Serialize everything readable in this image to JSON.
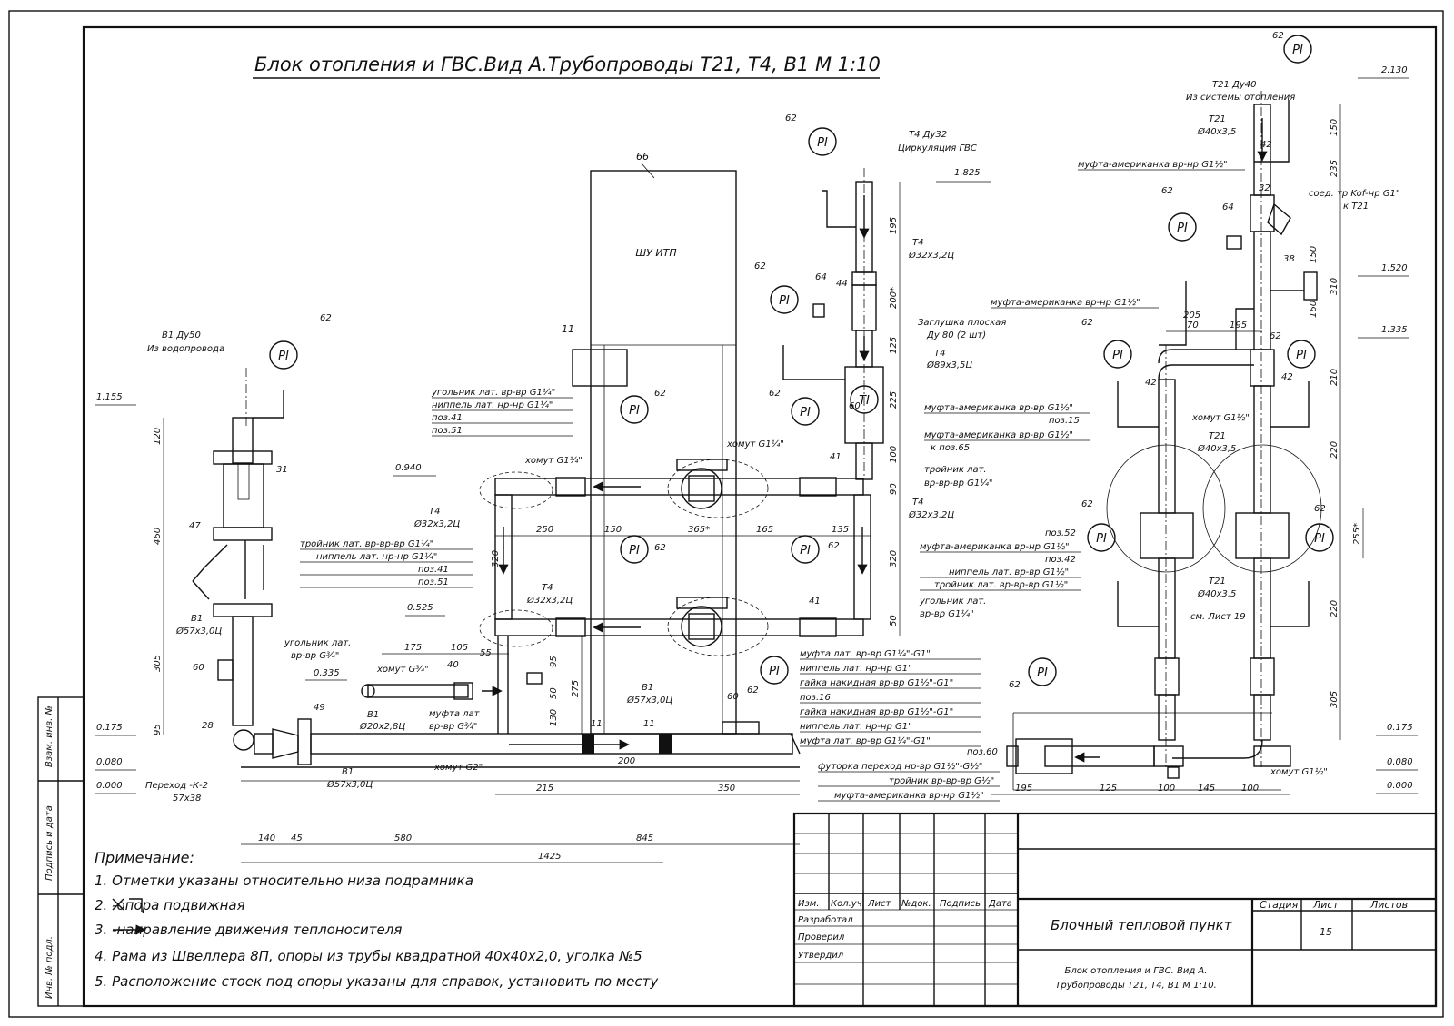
{
  "title": "Блок отопления и ГВС.Вид А.Трубопроводы Т21, Т4, В1 М 1:10",
  "cabinet": {
    "id": "66",
    "label": "ШУ ИТП"
  },
  "gauge": "PI",
  "thermo": "TI",
  "elevations": [
    "2.130",
    "1.825",
    "1.520",
    "1.335",
    "1.155",
    "0.940",
    "0.525",
    "0.335",
    "0.175",
    "0.080",
    "0.000",
    "0.175",
    "0.080",
    "0.000"
  ],
  "positions": [
    "62",
    "62",
    "62",
    "62",
    "62",
    "62",
    "62",
    "62",
    "62",
    "62",
    "62",
    "62",
    "62",
    "62",
    "62",
    "31",
    "47",
    "60",
    "28",
    "49",
    "40",
    "41",
    "41",
    "44",
    "64",
    "64",
    "60",
    "11",
    "11",
    "11",
    "42",
    "42",
    "42",
    "32",
    "38",
    "60"
  ],
  "dims_v": [
    "120",
    "460",
    "305",
    "95",
    "195",
    "200*",
    "125",
    "225",
    "100",
    "90",
    "320",
    "320",
    "50",
    "150",
    "235",
    "150",
    "310",
    "160",
    "210",
    "220",
    "220",
    "305",
    "255*",
    "55",
    "50",
    "95",
    "275",
    "130"
  ],
  "dims_h": [
    "250",
    "150",
    "365*",
    "165",
    "135",
    "175",
    "105",
    "200",
    "215",
    "350",
    "140",
    "45",
    "580",
    "1425",
    "845",
    "195",
    "125",
    "70",
    "195",
    "205",
    "100",
    "145",
    "100"
  ],
  "pipes": {
    "v1_in": "В1 Ду50",
    "v1_in_sub": "Из водопровода",
    "v1_57": "В1",
    "v1_57_sub": "Ø57х3,0Ц",
    "v1_57b": "В1",
    "v1_57b_sub": "Ø57х3,0Ц",
    "v1_57c": "В1",
    "v1_57c_sub": "Ø57х3,0Ц",
    "v1_20": "В1",
    "v1_20_sub": "Ø20х2,8Ц",
    "t4_32": "Т4 Ду32",
    "t4_32_sub": "Циркуляция ГВС",
    "t4_a": "Т4",
    "t4_a_sub": "Ø32х3,2Ц",
    "t4_b": "Т4",
    "t4_b_sub": "Ø89х3,5Ц",
    "t4_c": "Т4",
    "t4_c_sub": "Ø32х3,2Ц",
    "t4_d": "Т4",
    "t4_d_sub": "Ø32х3,2Ц",
    "t4_e": "Т4",
    "t4_e_sub": "Ø32х3,2Ц",
    "t21_in": "Т21 Ду40",
    "t21_in_sub": "Из системы отопления",
    "t21_a": "Т21",
    "t21_a_sub": "Ø40х3,5",
    "t21_b": "Т21",
    "t21_b_sub": "Ø40х3,5",
    "t21_c": "Т21",
    "t21_c_sub": "Ø40х3,5",
    "t21_c_sub2": "см. Лист 19",
    "reducer": "Переход -К-2",
    "reducer_sub": "57х38"
  },
  "callouts": {
    "left_a": [
      "угольник лат. вр-вр G1¼\"",
      "ниппель лат. нр-нр G1¼\"",
      "поз.41",
      "поз.51"
    ],
    "left_b": [
      "тройник лат. вр-вр-вр G1¼\"",
      "ниппель лат. нр-нр G1¼\"",
      "поз.41",
      "поз.51"
    ],
    "hose1": "хомут G1¼\"",
    "hose2": "хомут G1¼\"",
    "hose3": "хомут G¾\"",
    "hose4": "хомут G2\"",
    "hose5": "хомут G1½\"",
    "ugol": [
      "угольник лат.",
      "вр-вр G¾\""
    ],
    "mufta": [
      "муфта лат",
      "вр-вр G¾\""
    ],
    "plug": [
      "Заглушка плоская",
      "Ду 80 (2 шт)"
    ],
    "mid_right": [
      "муфта-американка вр-вр G1½\"",
      "поз.15",
      "муфта-американка вр-вр G1½\"",
      "к поз.65",
      "тройник лат.",
      "вр-вр-вр G1¼\""
    ],
    "mid_right_b": [
      "поз.52",
      "муфта-американка вр-нр G1½\"",
      "поз.42",
      "ниппель лат. вр-вр G1½\"",
      "тройник лат. вр-вр-вр G1½\"",
      "угольник лат.",
      "вр-вр G1¼\""
    ],
    "bottom_mid": [
      "муфта лат. вр-вр G1¼\"-G1\"",
      "ниппель лат. нр-нр G1\"",
      "гайка накидная вр-вр G1½\"-G1\"",
      "поз.16",
      "гайка накидная вр-вр G1½\"-G1\"",
      "ниппель лат. нр-нр G1\"",
      "муфта лат. вр-вр G1¼\"-G1\""
    ],
    "bottom_right": [
      "поз.60",
      "футорка переход нр-вр G1½\"-G½\"",
      "тройник вр-вр-вр G½\"",
      "муфта-американка вр-нр G1½\""
    ],
    "top_right": [
      "муфта-американка вр-нр G1½\"",
      "соед. тр Kof-нр G1\"",
      "к Т21",
      "муфта-американка вр-нр G1½\"",
      "хомут G1½\""
    ]
  },
  "notes": {
    "head": "Примечание:",
    "items": [
      "1. Отметки указаны относительно низа подрамника",
      "2.      -опора подвижная",
      "3.         -направление движения теплоносителя",
      "4. Рама из Швеллера 8П, опоры из трубы квадратной 40х40х2,0, уголка №5",
      "5. Расположение стоек под опоры указаны для справок, установить по месту"
    ]
  },
  "side_stamps": [
    "Взам. инв. №",
    "Подпись и дата",
    "Инв. № подл."
  ],
  "title_block": {
    "headers": [
      "Изм.",
      "Кол.уч",
      "Лист",
      "№док.",
      "Подпись",
      "Дата"
    ],
    "roles": [
      "Разработал",
      "Проверил",
      "Утвердил"
    ],
    "project": "Блочный тепловой пункт",
    "sheet_title": [
      "Блок отопления и ГВС. Вид А.",
      "Трубопроводы Т21, Т4, В1 М 1:10."
    ],
    "stage_label": "Стадия",
    "sheet_label": "Лист",
    "sheets_label": "Листов",
    "sheet_no": "15"
  }
}
